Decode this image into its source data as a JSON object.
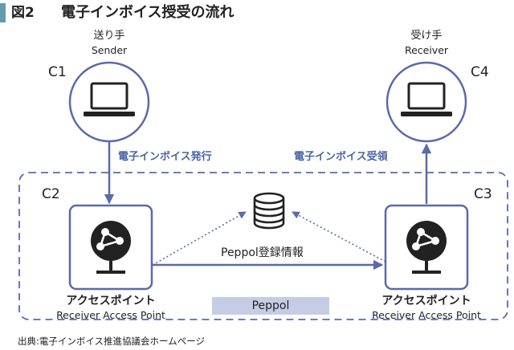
{
  "header": {
    "figure_number": "図2",
    "title": "電子インボイス授受の流れ",
    "accent_color": "#5f9ea8"
  },
  "colors": {
    "line": "#5a6aaa",
    "arrow_text": "#4b64a4",
    "peppol_tag_bg": "#c5cde6"
  },
  "nodes": {
    "sender": {
      "corner": "C1",
      "label_ja": "送り手",
      "label_en": "Sender",
      "icon": "laptop-icon"
    },
    "receiver": {
      "corner": "C4",
      "label_ja": "受け手",
      "label_en": "Receiver",
      "icon": "laptop-icon"
    },
    "ap_left": {
      "corner": "C2",
      "label_ja": "アクセスポイント",
      "label_en": "Receiver Access Point",
      "icon": "network-node-icon"
    },
    "ap_right": {
      "corner": "C3",
      "label_ja": "アクセスポイント",
      "label_en": "Receiver Access Point",
      "icon": "network-node-icon"
    }
  },
  "flows": {
    "issue": "電子インボイス発行",
    "receive": "電子インボイス受領",
    "peppol_message": "Peppol登録情報"
  },
  "network": {
    "label": "Peppol",
    "directory_icon": "database-icon"
  },
  "footer": {
    "source": "出典:電子インボイス推進協議会ホームページ"
  }
}
